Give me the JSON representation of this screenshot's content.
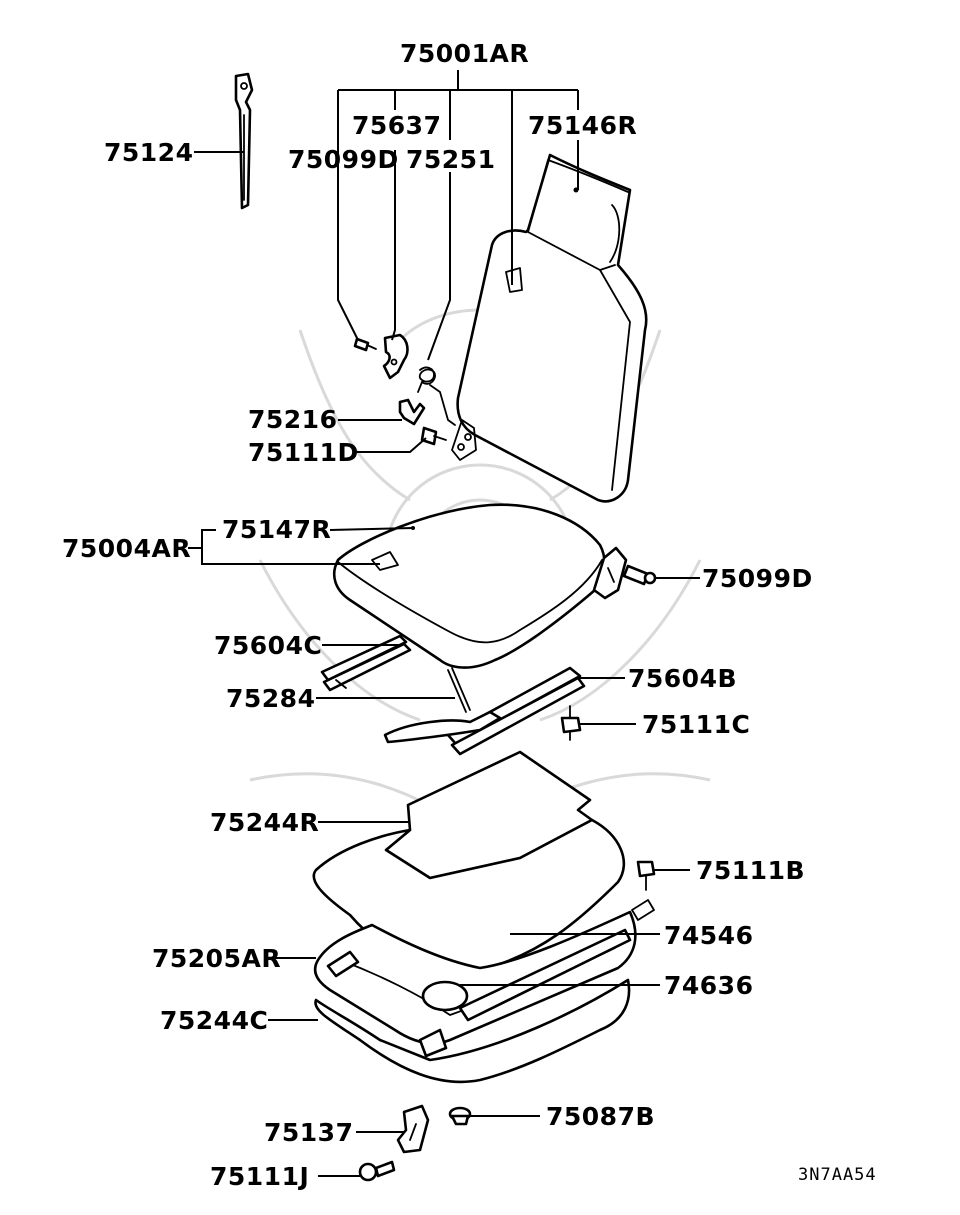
{
  "diagram": {
    "code": "3N7AA54",
    "labels": {
      "p75001AR": "75001AR",
      "p75637": "75637",
      "p75146R": "75146R",
      "p75124": "75124",
      "p75099D_top": "75099D",
      "p75251": "75251",
      "p75216": "75216",
      "p75111D": "75111D",
      "p75004AR": "75004AR",
      "p75147R": "75147R",
      "p75099D_right": "75099D",
      "p75604C": "75604C",
      "p75284": "75284",
      "p75604B": "75604B",
      "p75111C": "75111C",
      "p75244R": "75244R",
      "p75111B": "75111B",
      "p74546": "74546",
      "p75205AR": "75205AR",
      "p74636": "74636",
      "p75244C": "75244C",
      "p75087B": "75087B",
      "p75137": "75137",
      "p75111J": "75111J"
    }
  }
}
